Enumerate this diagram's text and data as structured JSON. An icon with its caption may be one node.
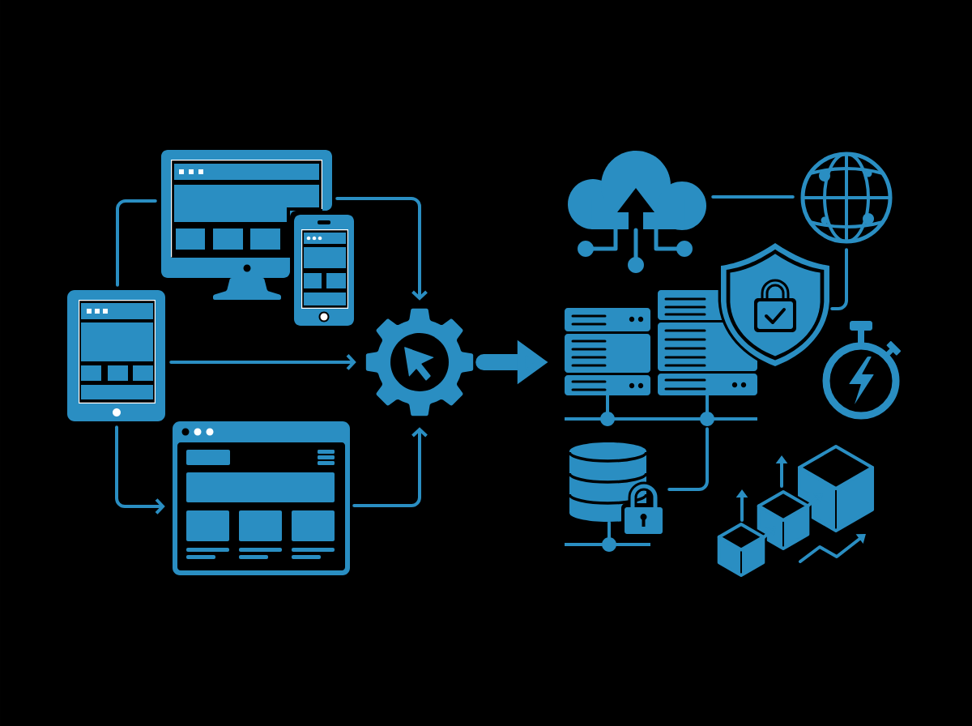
{
  "diagram": {
    "nodes": [
      {
        "text": [],
        "shape": "picture"
      },
      {
        "text": [],
        "shape": "picture"
      },
      {
        "text": [],
        "shape": "picture"
      },
      {
        "text": [],
        "shape": "picture"
      },
      {
        "text": [],
        "shape": "picture"
      },
      {
        "text": [],
        "shape": "picture"
      },
      {
        "text": [],
        "shape": "picture"
      },
      {
        "text": [],
        "shape": "picture"
      },
      {
        "text": [],
        "shape": "picture"
      },
      {
        "text": [],
        "shape": "picture"
      },
      {
        "text": [],
        "shape": "picture"
      },
      {
        "text": [],
        "shape": "picture"
      }
    ],
    "edges": [
      {
        "from": 0,
        "to": 2,
        "arrow": "none"
      },
      {
        "from": 0,
        "to": 4,
        "arrow": "to"
      },
      {
        "from": 2,
        "to": 4,
        "arrow": "to"
      },
      {
        "from": 2,
        "to": 3,
        "arrow": "to"
      },
      {
        "from": 3,
        "to": 4,
        "arrow": "to"
      },
      {
        "from": 4,
        "to": 7,
        "arrow": "to",
        "style": "thick"
      },
      {
        "from": 5,
        "to": 6,
        "arrow": "none"
      },
      {
        "from": 6,
        "to": 8,
        "arrow": "none"
      },
      {
        "from": 7,
        "to": 10,
        "arrow": "none"
      }
    ]
  }
}
